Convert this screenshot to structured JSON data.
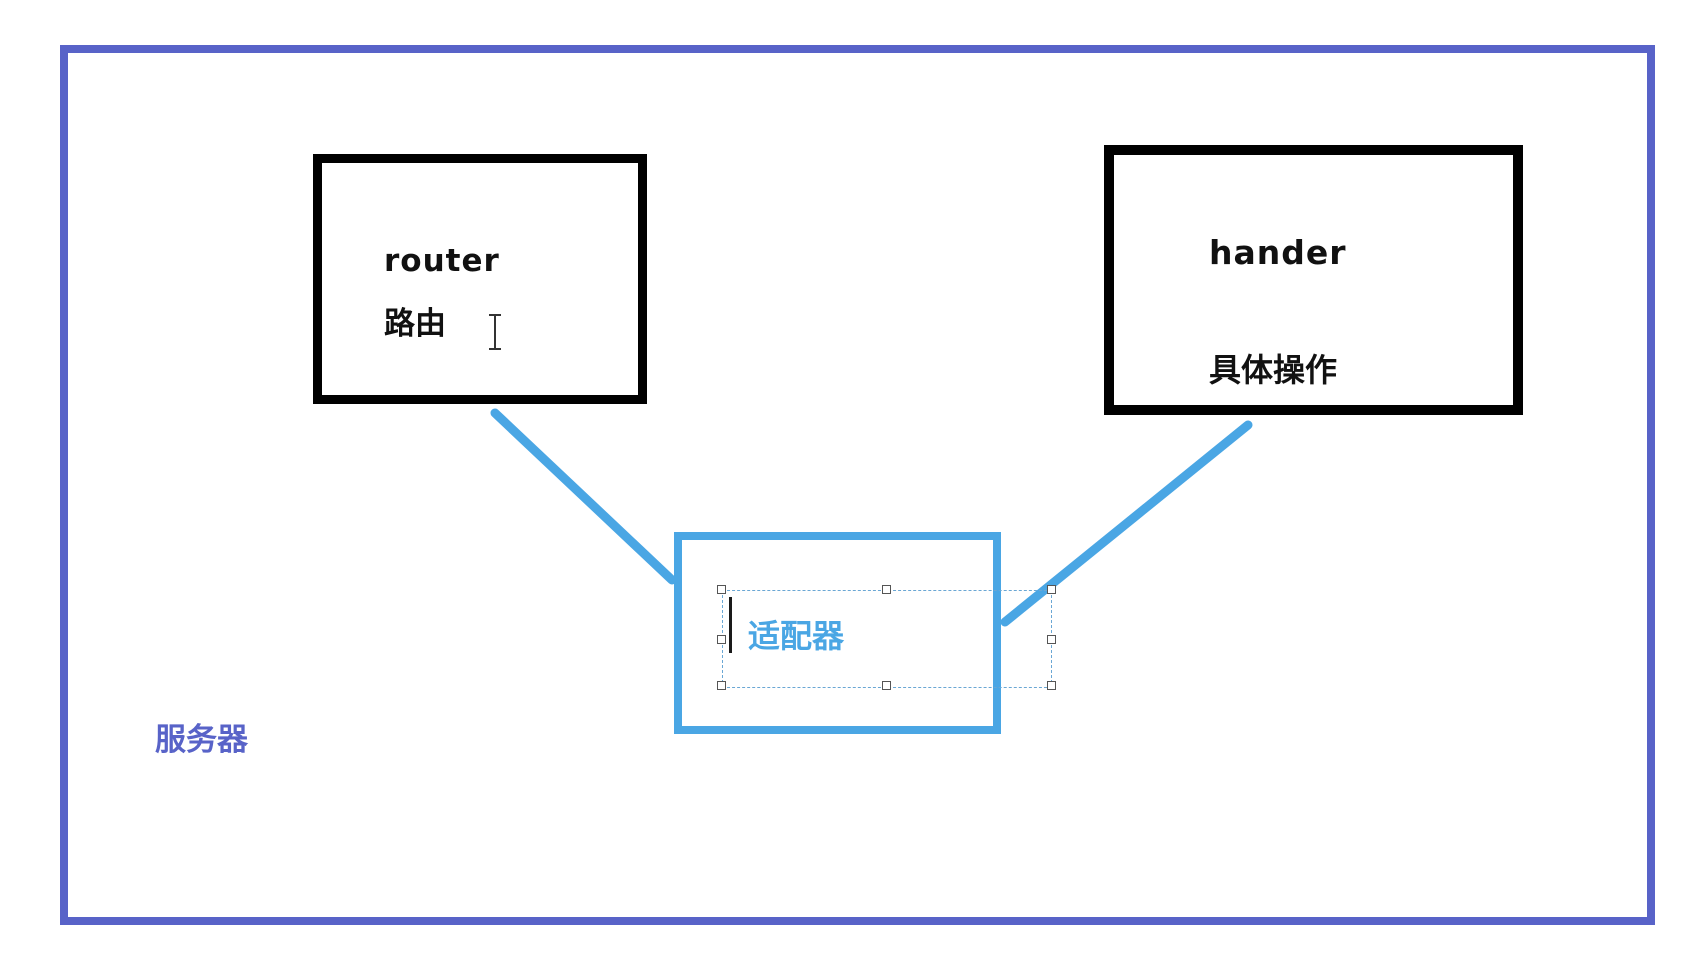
{
  "diagram": {
    "server": {
      "label": "服务器",
      "color": "#5863c8"
    },
    "router": {
      "label_en": "router",
      "label_zh": "路由"
    },
    "handler": {
      "label_en": "hander",
      "label_zh": "具体操作"
    },
    "adapter": {
      "label": "适配器",
      "color": "#4aa6e4"
    },
    "connectors": [
      {
        "from": "router",
        "to": "adapter",
        "color": "#4aa6e4"
      },
      {
        "from": "handler",
        "to": "adapter",
        "color": "#4aa6e4"
      }
    ],
    "text_selection_active": true,
    "cursor": "i-beam"
  }
}
